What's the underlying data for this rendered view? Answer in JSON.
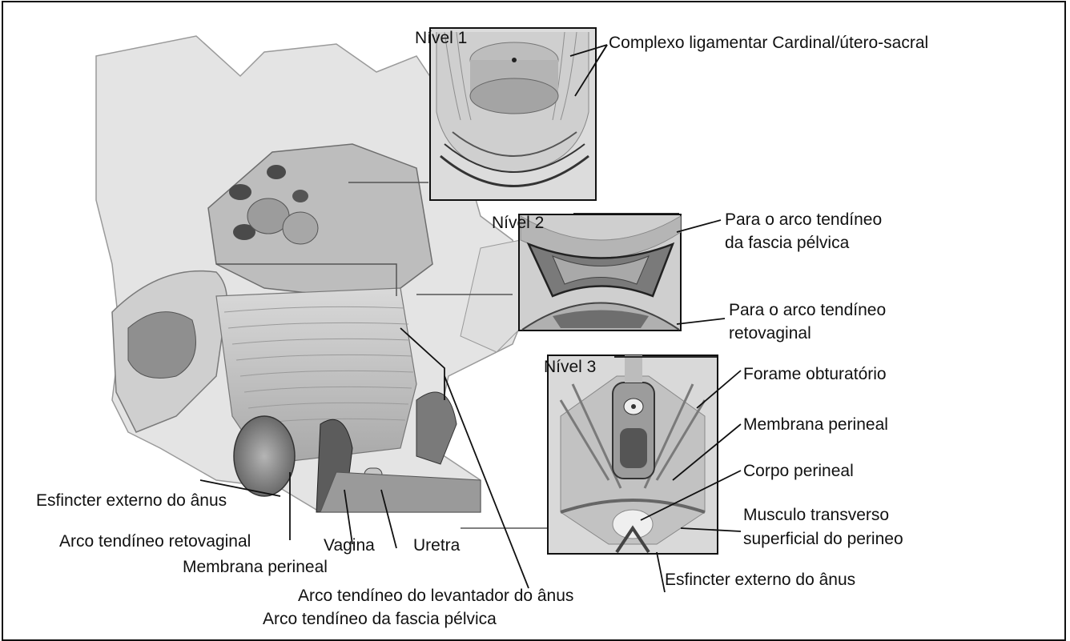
{
  "levels": {
    "n1": "Nível 1",
    "n2": "Nível 2",
    "n3": "Nível 3"
  },
  "labels": {
    "cardinal": "Complexo ligamentar Cardinal/útero-sacral",
    "fascia_pelvica_1": "Para o arco tendíneo",
    "fascia_pelvica_2": "da fascia pélvica",
    "retovaginal_1": "Para o arco tendíneo",
    "retovaginal_2": "retovaginal",
    "forame": "Forame obturatório",
    "membrana_r": "Membrana perineal",
    "corpo": "Corpo perineal",
    "musculo_1": "Musculo transverso",
    "musculo_2": "superficial do perineo",
    "esf_right": "Esfincter externo do ânus",
    "esf_left": "Esfincter externo do ânus",
    "arco_reto": "Arco tendíneo retovaginal",
    "vagina": "Vagina",
    "uretra": "Uretra",
    "membrana_l": "Membrana perineal",
    "arco_lev": "Arco tendíneo do levantador do ânus",
    "arco_fasc": "Arco tendíneo da fascia pélvica"
  }
}
